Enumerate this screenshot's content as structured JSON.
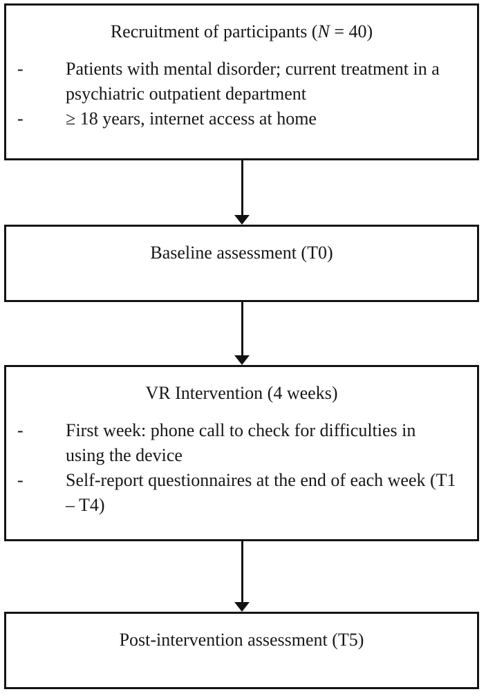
{
  "diagram": {
    "background_color": "#ffffff",
    "border_color": "#141414",
    "text_color": "#171717",
    "bullet_marker": "-",
    "boxes": [
      {
        "title_prefix": "Recruitment of participants (",
        "title_italic_var": "N",
        "title_suffix": " = 40)",
        "bullets": [
          "Patients with mental disorder; current treatment in a psychiatric outpatient department",
          "≥ 18 years, internet access at home"
        ]
      },
      {
        "title": "Baseline assessment (T0)"
      },
      {
        "title": "VR Intervention (4 weeks)",
        "bullets": [
          "First week: phone call to check for difficulties in using the device",
          "Self-report questionnaires at the end of each week (T1 – T4)"
        ]
      },
      {
        "title": "Post-intervention assessment (T5)"
      }
    ]
  }
}
